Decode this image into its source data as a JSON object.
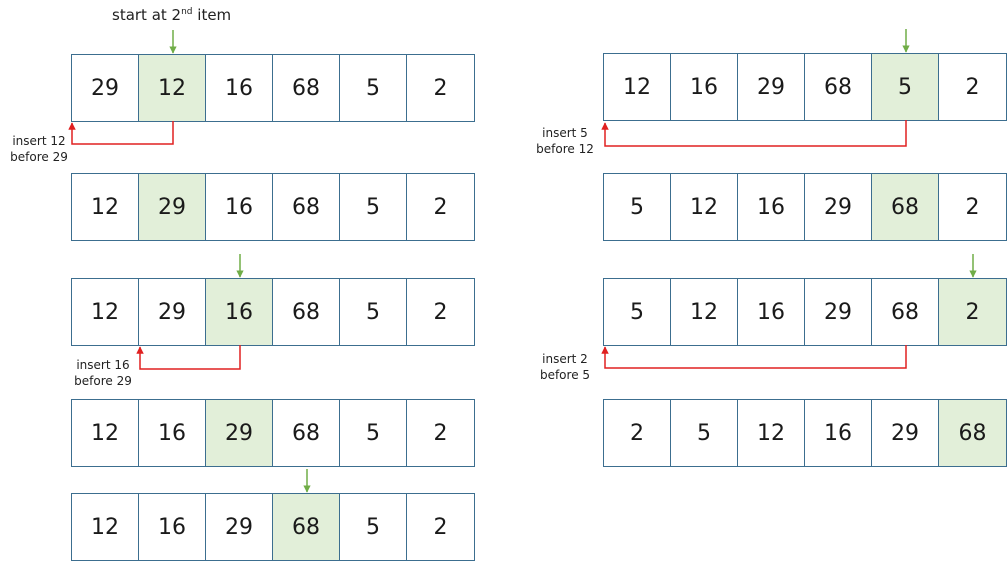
{
  "title": {
    "prefix": "start at 2",
    "sup": "nd",
    "suffix": " item"
  },
  "colors": {
    "highlight": "#e2efd9",
    "cell_border": "#3c6e8f",
    "green_arrow": "#70ad47",
    "red_arrow": "#e02020"
  },
  "rows": [
    {
      "values": [
        "29",
        "12",
        "16",
        "68",
        "5",
        "2"
      ],
      "highlight": 1
    },
    {
      "values": [
        "12",
        "29",
        "16",
        "68",
        "5",
        "2"
      ],
      "highlight": 1
    },
    {
      "values": [
        "12",
        "29",
        "16",
        "68",
        "5",
        "2"
      ],
      "highlight": 2
    },
    {
      "values": [
        "12",
        "16",
        "29",
        "68",
        "5",
        "2"
      ],
      "highlight": 2
    },
    {
      "values": [
        "12",
        "16",
        "29",
        "68",
        "5",
        "2"
      ],
      "highlight": 3
    },
    {
      "values": [
        "12",
        "16",
        "29",
        "68",
        "5",
        "2"
      ],
      "highlight": 4
    },
    {
      "values": [
        "5",
        "12",
        "16",
        "29",
        "68",
        "2"
      ],
      "highlight": 4
    },
    {
      "values": [
        "5",
        "12",
        "16",
        "29",
        "68",
        "2"
      ],
      "highlight": 5
    },
    {
      "values": [
        "2",
        "5",
        "12",
        "16",
        "29",
        "68"
      ],
      "highlight": 5
    }
  ],
  "notes": {
    "n1a": "insert 12",
    "n1b": "before 29",
    "n2a": "insert 16",
    "n2b": "before 29",
    "n3a": "insert 5",
    "n3b": "before 12",
    "n4a": "insert 2",
    "n4b": "before 5"
  }
}
